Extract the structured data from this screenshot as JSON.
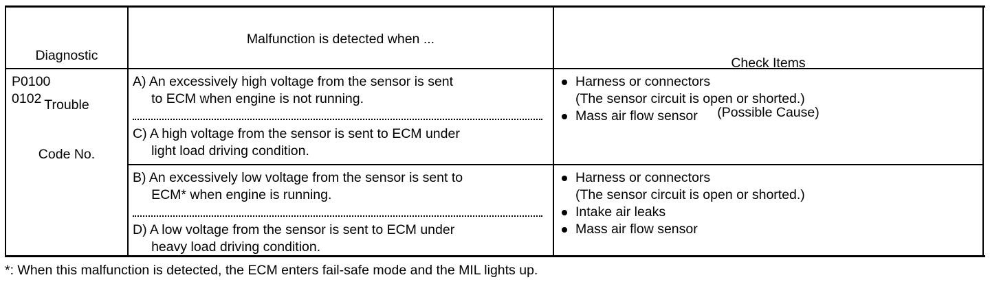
{
  "table": {
    "headers": {
      "code": [
        "Diagnostic",
        "Trouble",
        "Code No."
      ],
      "malfunction": "Malfunction is detected when ...",
      "check": [
        "Check Items",
        "(Possible Cause)"
      ]
    },
    "codes": [
      "P0100",
      "0102"
    ],
    "group1": {
      "conditions": [
        [
          "A) An excessively high voltage from the sensor is sent",
          "     to ECM when engine is not running."
        ],
        [
          "C) A high voltage from the sensor is sent to ECM under",
          "     light load driving condition."
        ]
      ],
      "checks": [
        [
          "Harness or connectors",
          "(The sensor circuit is open or shorted.)"
        ],
        [
          "Mass air flow sensor"
        ]
      ]
    },
    "group2": {
      "conditions": [
        [
          "B) An excessively low voltage from the sensor is sent to",
          "     ECM* when engine is running."
        ],
        [
          "D) A low voltage from the sensor is sent to ECM under",
          "     heavy load driving condition."
        ]
      ],
      "checks": [
        [
          "Harness or connectors",
          "(The sensor circuit is open or shorted.)"
        ],
        [
          "Intake air leaks"
        ],
        [
          "Mass air flow sensor"
        ]
      ]
    }
  },
  "footnote": "*: When this malfunction is detected, the ECM enters fail-safe mode and the MIL lights up."
}
